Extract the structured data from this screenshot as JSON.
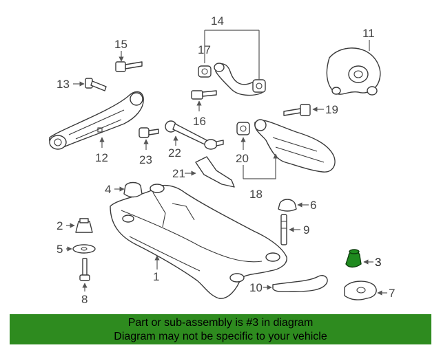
{
  "diagram": {
    "callouts": [
      "1",
      "2",
      "3",
      "4",
      "5",
      "6",
      "7",
      "8",
      "9",
      "10",
      "11",
      "12",
      "13",
      "14",
      "15",
      "16",
      "17",
      "18",
      "19",
      "20",
      "21",
      "22",
      "23"
    ],
    "highlighted_part": "3",
    "colors": {
      "highlight": "#1f8a1f",
      "banner": "#2e8b1f",
      "line": "#3a3a3a"
    }
  },
  "banner": {
    "line1": "Part or sub-assembly is #3 in diagram",
    "line2": "Diagram may not be specific to your vehicle"
  }
}
